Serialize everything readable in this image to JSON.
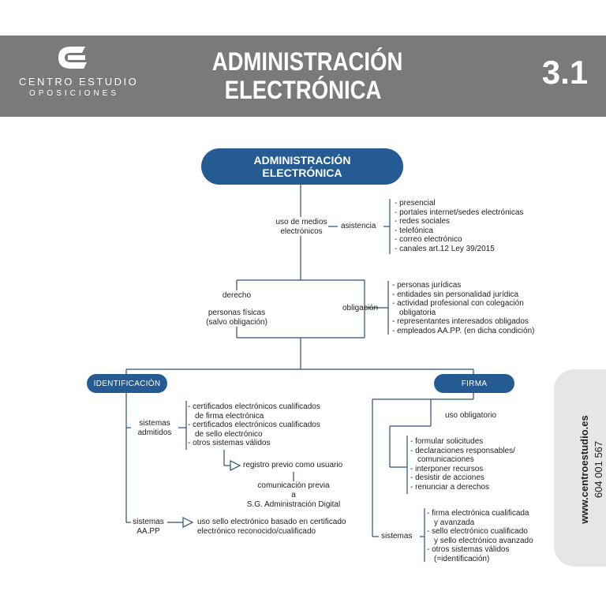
{
  "header": {
    "brand_line1": "CENTRO ESTUDIO",
    "brand_line2": "OPOSICIONES",
    "title_line1": "ADMINISTRACIÓN",
    "title_line2": "ELECTRÓNICA",
    "number": "3.1"
  },
  "diagram": {
    "root_line1": "ADMINISTRACIÓN",
    "root_line2": "ELECTRÓNICA",
    "uso_medios_line1": "uso de medios",
    "uso_medios_line2": "electrónicos",
    "asistencia": "asistencia",
    "asistencia_items": [
      "presencial",
      "portales internet/sedes electrónicas",
      "redes sociales",
      "telefónica",
      "correo electrónico",
      "canales art.12 Ley 39/2015"
    ],
    "derecho": "derecho",
    "personas_fisicas_line1": "personas físicas",
    "personas_fisicas_line2": "(salvo obligación)",
    "obligacion": "obligación",
    "obligacion_items": [
      {
        "text": "personas jurídicas",
        "cont": ""
      },
      {
        "text": "entidades sin personalidad jurídica",
        "cont": ""
      },
      {
        "text": "actividad profesional con colegación",
        "cont": "obligatoria"
      },
      {
        "text": "representantes interesados obligados",
        "cont": ""
      },
      {
        "text": "empleados AA.PP. (en dicha condición)",
        "cont": ""
      }
    ],
    "identificacion": "IDENTIFICACIÓN",
    "firma": "FIRMA",
    "sistemas_admitidos_line1": "sistemas",
    "sistemas_admitidos_line2": "admitidos",
    "sistemas_admitidos_items": [
      {
        "text": "certificados electrónicos cualificados",
        "cont": "de firma electrónica"
      },
      {
        "text": "certificados electrónicos cualificados",
        "cont": "de sello electrónico"
      },
      {
        "text": "otros sistemas válidos",
        "cont": ""
      }
    ],
    "registro_previo": "registro previo como usuario",
    "comunicacion_line1": "comunicación previa",
    "comunicacion_line2": "a",
    "comunicacion_line3": "S.G. Administración Digital",
    "sistemas_aapp_line1": "sistemas",
    "sistemas_aapp_line2": "AA.PP",
    "sello_line1": "uso sello electrónico basado en certificado",
    "sello_line2": "electrónico reconocido/cualificado",
    "uso_obligatorio": "uso obligatorio",
    "uso_obligatorio_items": [
      {
        "text": "formular solicitudes",
        "cont": ""
      },
      {
        "text": "declaraciones responsables/",
        "cont": "comunicaciones"
      },
      {
        "text": "interponer recursos",
        "cont": ""
      },
      {
        "text": "desistir de acciones",
        "cont": ""
      },
      {
        "text": "renunciar a derechos",
        "cont": ""
      }
    ],
    "sistemas_firma": "sistemas",
    "sistemas_firma_items": [
      {
        "text": "firma electrónica cualificada",
        "cont": "y avanzada"
      },
      {
        "text": "sello electrónico cualificado",
        "cont": "y sello electrónico avanzado"
      },
      {
        "text": "otros sistemas válidos",
        "cont": "(=identificación)"
      }
    ]
  },
  "side": {
    "website": "www.centroestudio.es",
    "phone": "604 001 567"
  },
  "colors": {
    "banner": "#7a7a7a",
    "accent": "#245b93",
    "line": "#2a4f7a",
    "side_tab": "#e6e6e6"
  }
}
